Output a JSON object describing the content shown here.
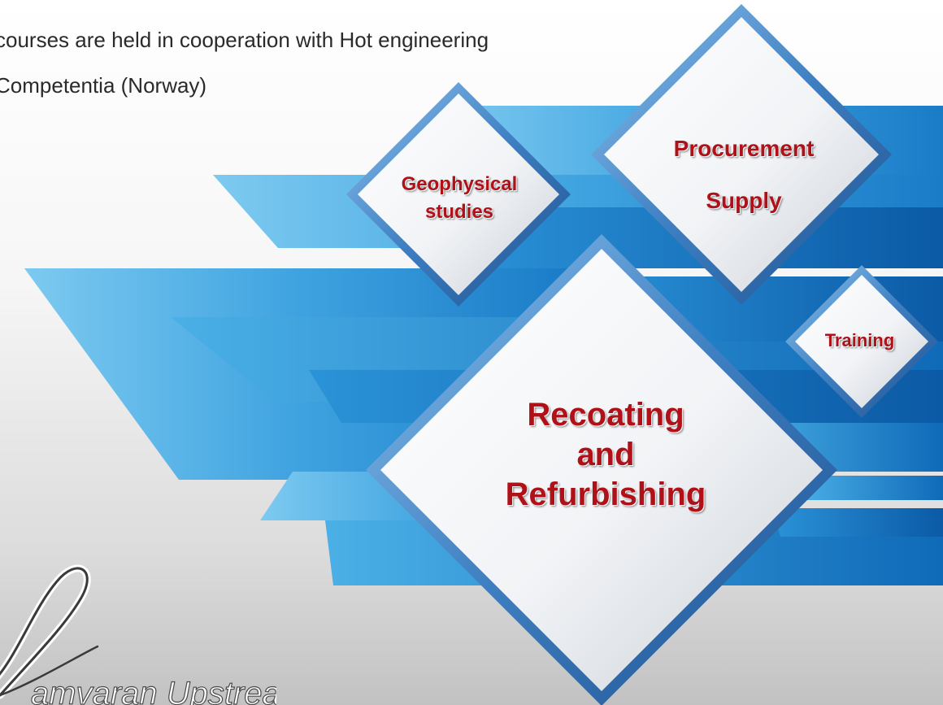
{
  "intro": {
    "line1": "courses are held in cooperation with Hot engineering",
    "line2": "Competentia (Norway)"
  },
  "services": {
    "geophysical_line1": "Geophysical",
    "geophysical_line2": "studies",
    "procurement_line1": "Procurement",
    "procurement_line2": "Supply",
    "training": "Training",
    "recoating_line1": "Recoating",
    "recoating_line2": "and",
    "recoating_line3": "Refurbishing"
  },
  "brand": {
    "signature_text": "amvaran Upstream"
  },
  "colors": {
    "label_red": "#b01018",
    "band_blue": "#1a7cc7",
    "band_light_blue": "#5bb4e4",
    "diamond_border": "#4f86c1"
  }
}
